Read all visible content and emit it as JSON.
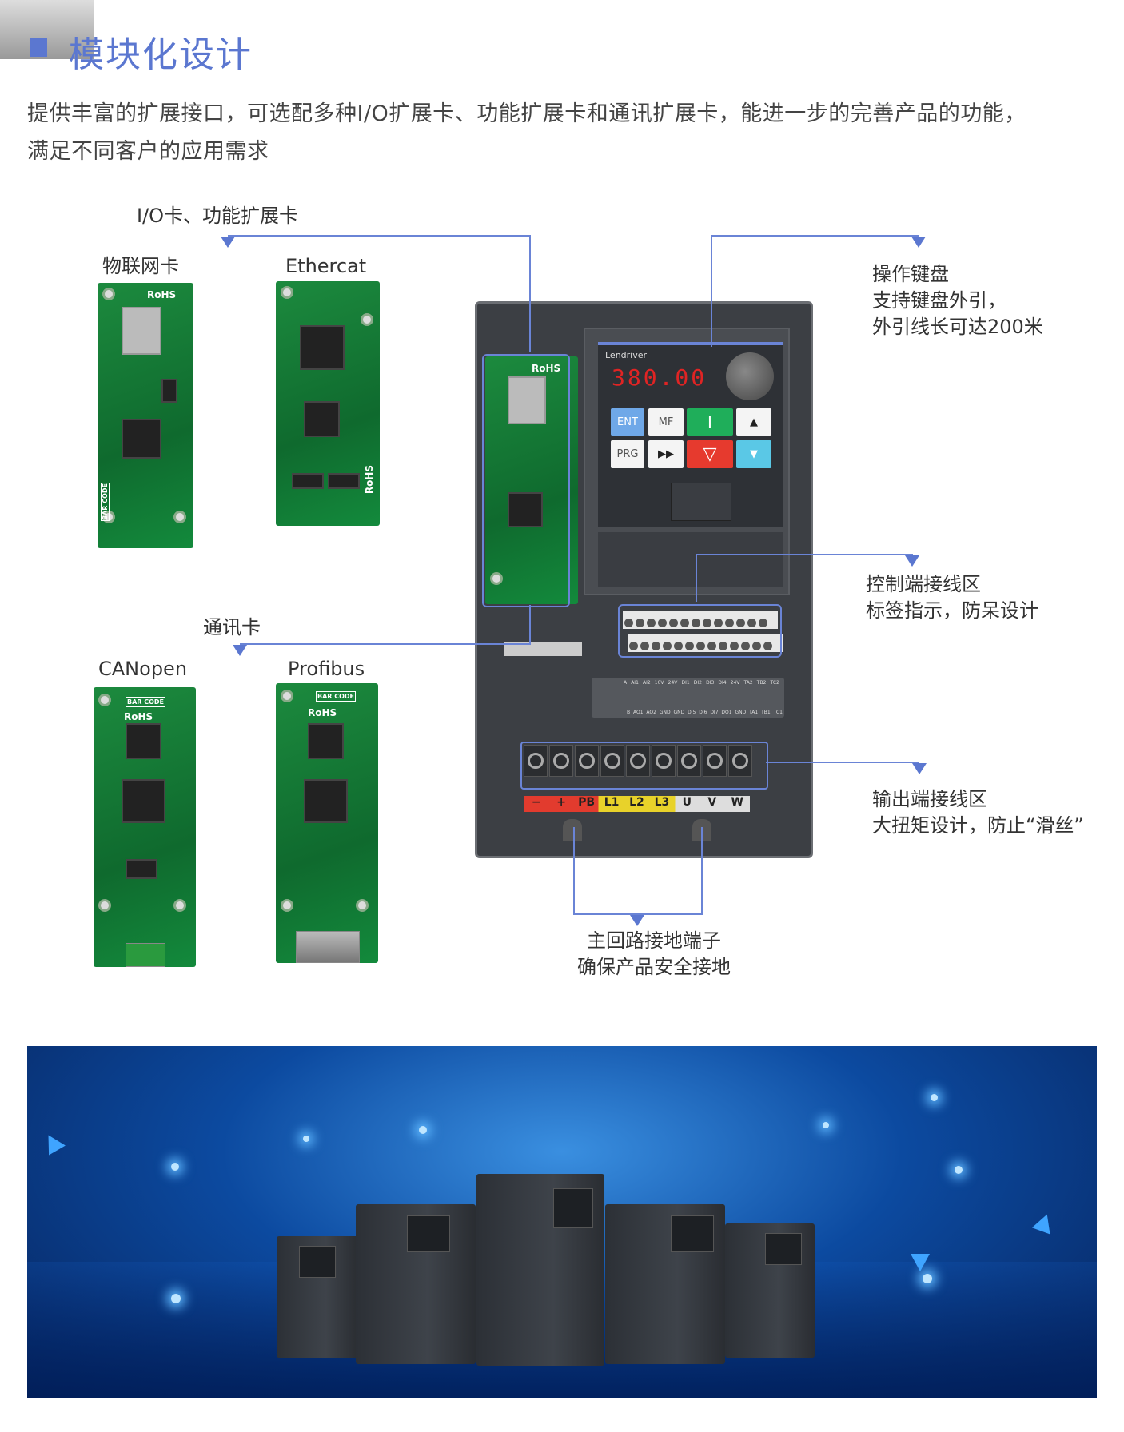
{
  "heading": {
    "title": "模块化设计",
    "accent": "#5b77d0"
  },
  "intro": {
    "line1": "提供丰富的扩展接口，可选配多种I/O扩展卡、功能扩展卡和通讯扩展卡，能进一步的完善产品的功能，",
    "line2": "满足不同客户的应用需求"
  },
  "groups": {
    "io": "I/O卡、功能扩展卡",
    "comm": "通讯卡"
  },
  "cards": [
    {
      "name": "物联网卡",
      "marks": [
        "RoHS",
        "BAR CODE"
      ]
    },
    {
      "name": "Ethercat",
      "marks": [
        "RoHS"
      ]
    },
    {
      "name": "CANopen",
      "marks": [
        "RoHS",
        "BAR CODE"
      ]
    },
    {
      "name": "Profibus",
      "marks": [
        "RoHS",
        "BAR CODE"
      ]
    }
  ],
  "callouts": {
    "keypad": [
      "操作键盘",
      "支持键盘外引，",
      "外引线长可达200米"
    ],
    "control": [
      "控制端接线区",
      "标签指示，防呆设计"
    ],
    "output": [
      "输出端接线区",
      "大扭矩设计，防止“滑丝”"
    ],
    "ground": [
      "主回路接地端子",
      "确保产品安全接地"
    ]
  },
  "drive": {
    "brand": "Lendriver",
    "display": "380.00",
    "buttons": [
      "ENT",
      "MF",
      "I",
      "▲",
      "PRG",
      "▶▶",
      "▽",
      "▼"
    ],
    "comm_card_mark": "RoHS",
    "terminals_top": [
      "A",
      "AI1",
      "AI2",
      "10V",
      "24V",
      "DI1",
      "DI2",
      "DI3",
      "DI4",
      "24V",
      "TA2",
      "TB2",
      "TC2"
    ],
    "terminals_bottom": [
      "B",
      "AO1",
      "AO2",
      "GND",
      "GND",
      "DI5",
      "DI6",
      "DI7",
      "DO1",
      "GND",
      "TA1",
      "TB1",
      "TC1"
    ],
    "power_labels": [
      "−",
      "+",
      "PB",
      "L1",
      "L2",
      "L3",
      "U",
      "V",
      "W"
    ]
  }
}
